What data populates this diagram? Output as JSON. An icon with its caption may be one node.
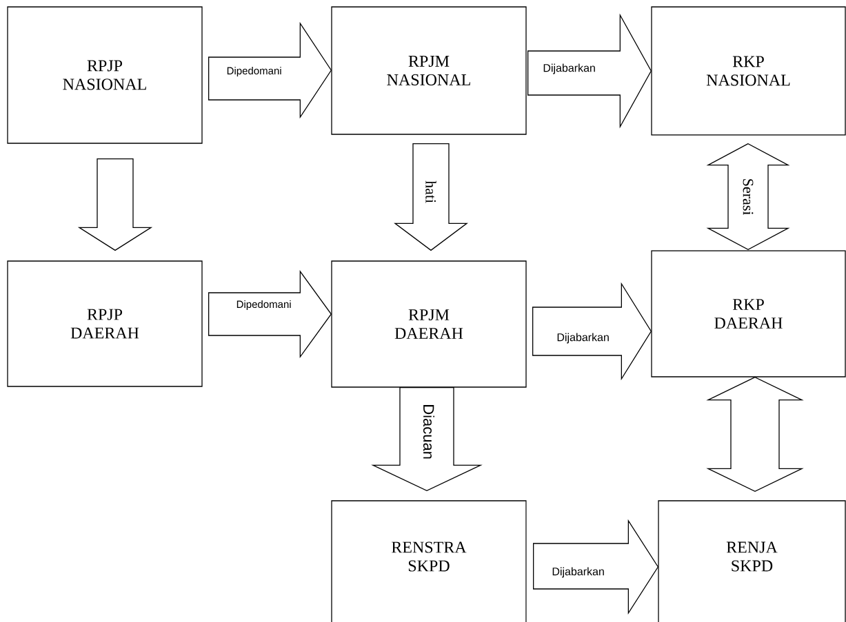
{
  "diagram": {
    "nodes": [
      {
        "text": [
          "RPJP NASIONAL"
        ]
      },
      {
        "text": [
          "RPJM NASIONAL"
        ]
      },
      {
        "text": [
          "RKP NASIONAL"
        ]
      },
      {
        "text": [
          "RPJP DAERAH"
        ]
      },
      {
        "text": [
          "RPJM DAERAH"
        ]
      },
      {
        "text": [
          "RKP DAERAH"
        ]
      },
      {
        "text": [
          "RENSTRA SKPD"
        ]
      },
      {
        "text": [
          "RENJA SKPD"
        ]
      }
    ],
    "edges": [
      {
        "from": 0,
        "to": 1,
        "arrow": "to",
        "label": "Dipedomani"
      },
      {
        "from": 1,
        "to": 2,
        "arrow": "to",
        "label": "Dijabarkan"
      },
      {
        "from": 0,
        "to": 3,
        "arrow": "to"
      },
      {
        "from": 1,
        "to": 4,
        "arrow": "to",
        "label": "hati"
      },
      {
        "from": 2,
        "to": 5,
        "arrow": "both",
        "label": "Serasi"
      },
      {
        "from": 3,
        "to": 4,
        "arrow": "to",
        "label": "Dipedomani"
      },
      {
        "from": 4,
        "to": 5,
        "arrow": "to",
        "label": "Dijabarkan"
      },
      {
        "from": 4,
        "to": 6,
        "arrow": "to",
        "label": "Diacuan"
      },
      {
        "from": 5,
        "to": 7,
        "arrow": "both"
      },
      {
        "from": 6,
        "to": 7,
        "arrow": "to",
        "label": "Dijabarkan"
      }
    ]
  }
}
